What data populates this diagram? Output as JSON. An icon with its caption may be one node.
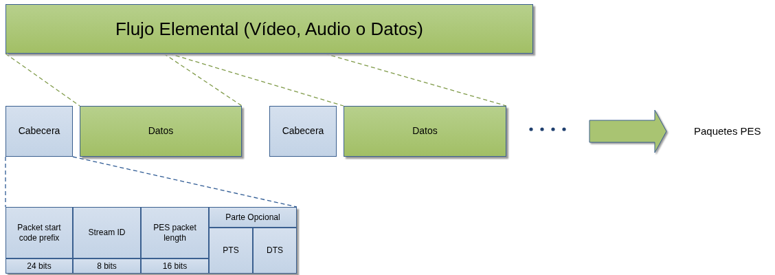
{
  "diagram": {
    "nodes": [
      {
        "text": [
          "Flujo Elemental (Vídeo, Audio o Datos)"
        ]
      },
      {
        "text": [
          "Cabecera"
        ]
      },
      {
        "text": [
          "Datos"
        ]
      },
      {
        "text": [
          "Cabecera"
        ]
      },
      {
        "text": [
          "Datos"
        ]
      },
      {
        "text": [],
        "shape": "box"
      },
      {
        "text": [
          "Packet start code prefix"
        ],
        "in": 5
      },
      {
        "text": [
          "Stream ID"
        ],
        "in": 5
      },
      {
        "text": [
          "PES packet length"
        ],
        "in": 5
      },
      {
        "text": [
          "Parte Opcional"
        ],
        "in": 5
      },
      {
        "text": [
          "PTS"
        ],
        "in": 5
      },
      {
        "text": [
          "DTS"
        ],
        "in": 5
      },
      {
        "text": [
          "24 bits"
        ],
        "in": 5
      },
      {
        "text": [
          "8 bits"
        ],
        "in": 5
      },
      {
        "text": [
          "16 bits"
        ],
        "in": 5
      }
    ],
    "edges": [
      {
        "from": 0,
        "to": 2,
        "arrow": "none",
        "style": "dashed"
      },
      {
        "from": 0,
        "to": 2,
        "arrow": "none",
        "style": "dashed"
      },
      {
        "from": 0,
        "to": 4,
        "arrow": "none",
        "style": "dashed"
      },
      {
        "from": 0,
        "to": 4,
        "arrow": "none",
        "style": "dashed"
      },
      {
        "from": 1,
        "to": 5,
        "arrow": "none",
        "style": "dashed",
        "color": "#2f5b94"
      },
      {
        "from": 1,
        "to": 5,
        "arrow": "none",
        "style": "dashed",
        "color": "#2f5b94"
      }
    ],
    "labels": [
      "Paquetes PES"
    ]
  }
}
